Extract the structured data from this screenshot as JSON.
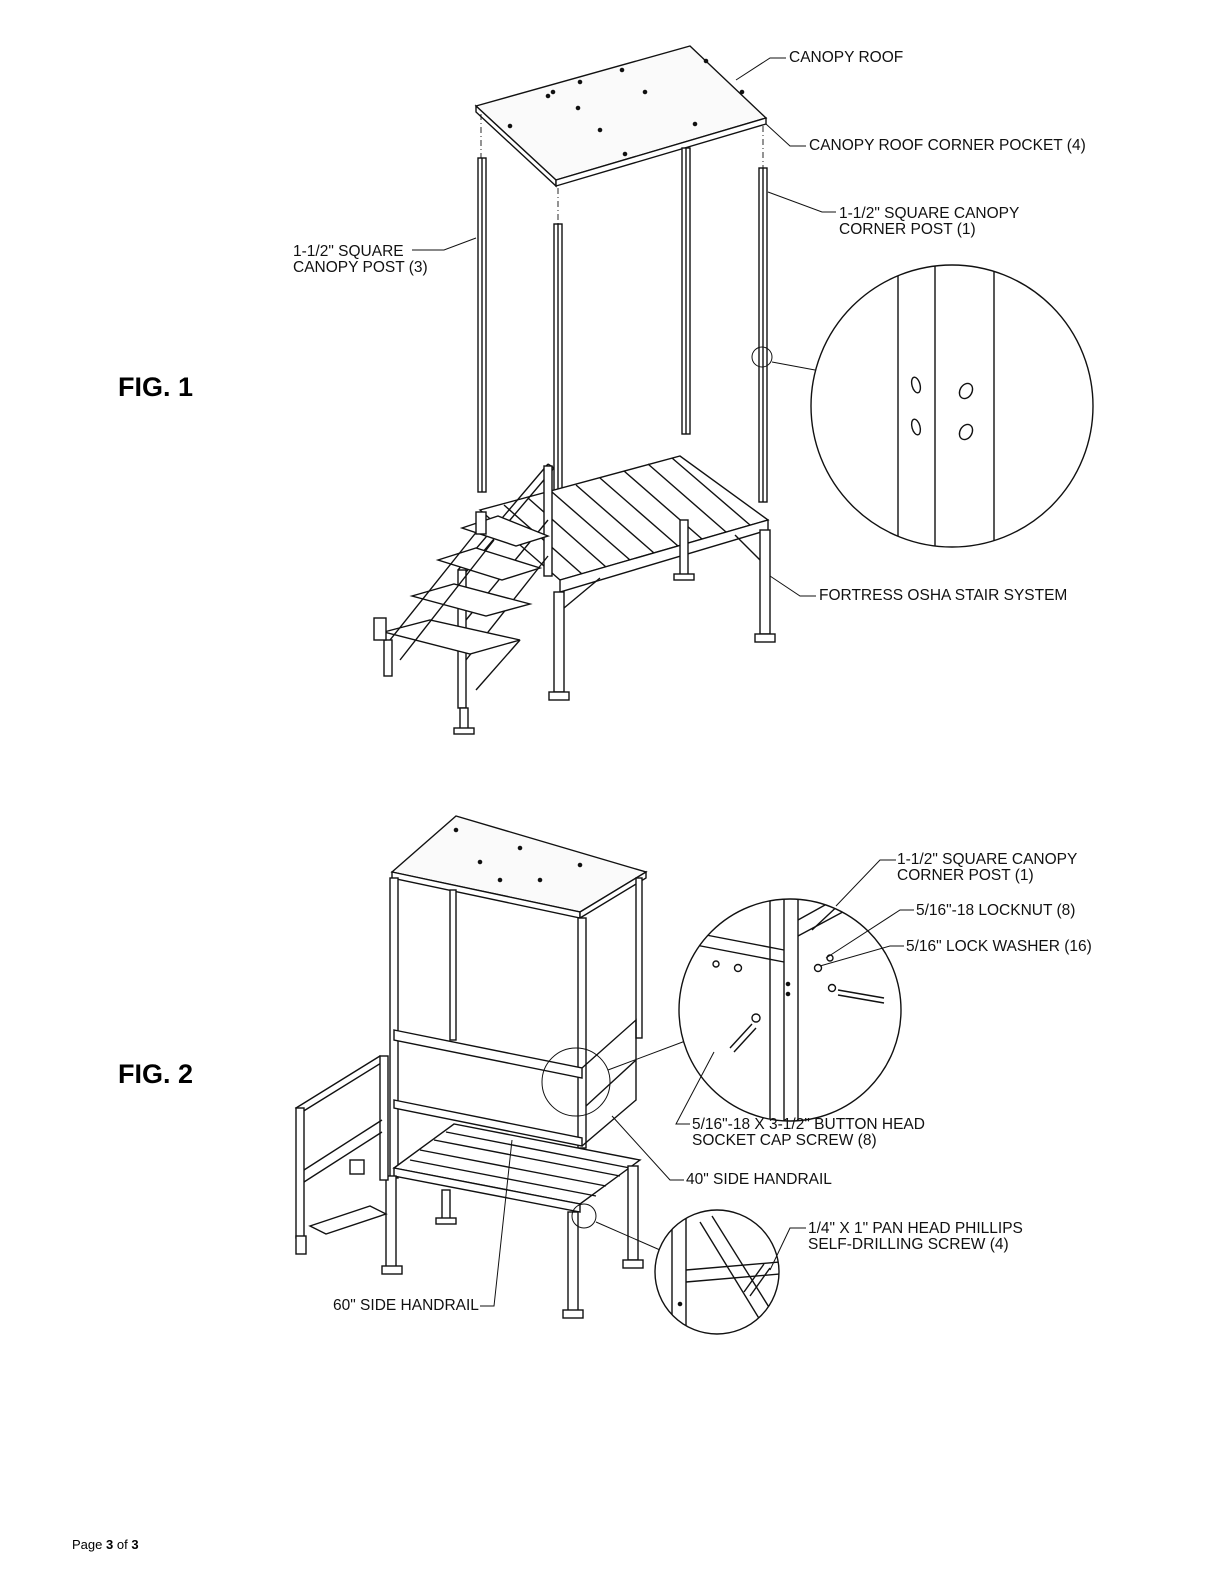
{
  "figures": {
    "fig1": {
      "label": "FIG. 1",
      "callouts": {
        "canopy_roof": "CANOPY ROOF",
        "corner_pocket": "CANOPY ROOF CORNER POCKET (4)",
        "corner_post_l1": "1-1/2\" SQUARE CANOPY",
        "corner_post_l2": "CORNER POST (1)",
        "canopy_post_l1": "1-1/2\" SQUARE",
        "canopy_post_l2": "CANOPY POST (3)",
        "stair_system": "FORTRESS OSHA STAIR SYSTEM"
      }
    },
    "fig2": {
      "label": "FIG. 2",
      "callouts": {
        "corner_post_l1": "1-1/2\" SQUARE CANOPY",
        "corner_post_l2": "CORNER POST (1)",
        "locknut": "5/16\"-18 LOCKNUT (8)",
        "lock_washer": "5/16\" LOCK WASHER (16)",
        "cap_screw_l1": "5/16\"-18 X 3-1/2\" BUTTON HEAD",
        "cap_screw_l2": "SOCKET CAP SCREW (8)",
        "handrail_40": "40\" SIDE HANDRAIL",
        "pan_screw_l1": "1/4\" X 1\" PAN HEAD PHILLIPS",
        "pan_screw_l2": "SELF-DRILLING SCREW (4)",
        "handrail_60": "60\" SIDE HANDRAIL"
      }
    }
  },
  "footer": {
    "prefix": "Page",
    "current": "3",
    "of": "of",
    "total": "3"
  }
}
